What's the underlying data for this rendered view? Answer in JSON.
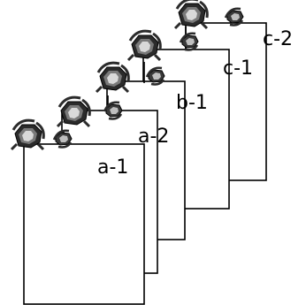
{
  "diagram": {
    "sheets": [
      {
        "label": "a-1"
      },
      {
        "label": "a-2"
      },
      {
        "label": "b-1"
      },
      {
        "label": "c-1"
      },
      {
        "label": "c-2"
      }
    ],
    "colors": {
      "outline": "#000000",
      "sheet_fill": "#ffffff",
      "clip_dark": "#2b2b2b",
      "clip_mid": "#7a7a7a",
      "clip_light": "#d9d9d9"
    },
    "icons": {
      "clip": "binder-clip-icon",
      "link": "chain-link-icon"
    }
  }
}
